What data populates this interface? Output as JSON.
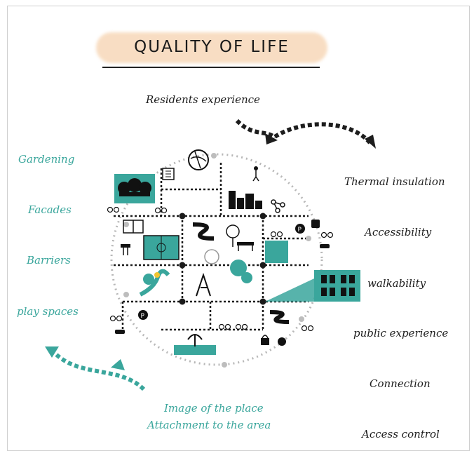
{
  "title": "QUALITY OF LIFE",
  "top_label": "Residents experience",
  "left_labels": [
    "Gardening",
    "Facades",
    "Barriers",
    "play spaces"
  ],
  "right_labels": [
    "Thermal insulation",
    "Accessibility",
    "walkability",
    "public experience",
    "Connection",
    "Access control"
  ],
  "bottom_labels": [
    "Image of the place",
    "Attachment to the area"
  ],
  "colors": {
    "teal": "#3aa69c",
    "title_bg": "#f8dcc0",
    "dark": "#1d1d1d",
    "grid": "#1a1a1a"
  }
}
